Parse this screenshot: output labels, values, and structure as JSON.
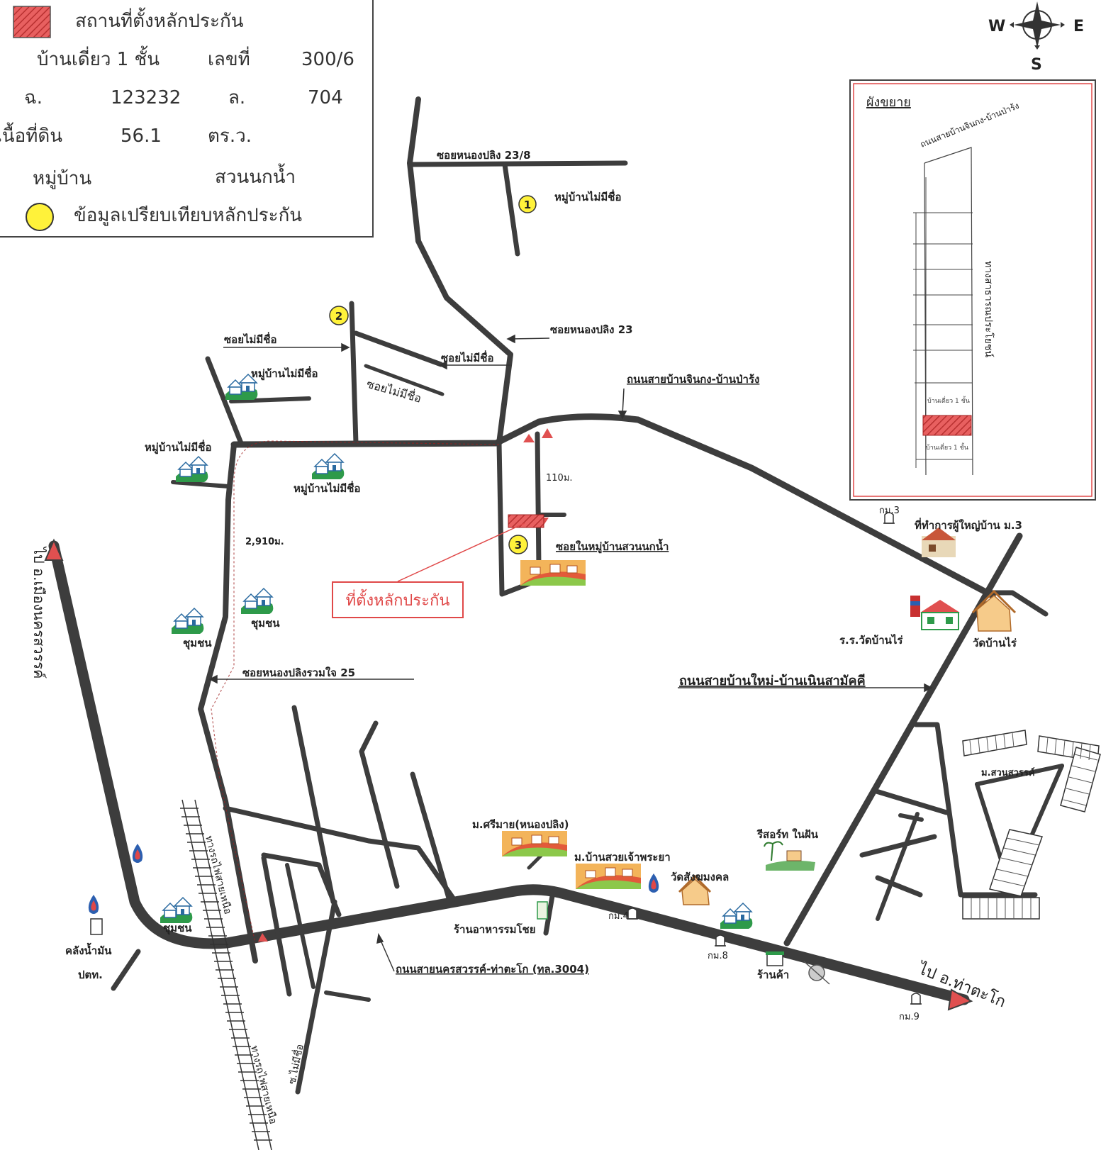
{
  "legend": {
    "collateral_label": "สถานที่ตั้งหลักประกัน",
    "house_type": "บ้านเดี่ยว 1 ชั้น",
    "no_label": "เลขที่",
    "no_value": "300/6",
    "chanote_label": "ฉ.",
    "chanote_value": "123232",
    "lot_label": "ล.",
    "lot_value": "704",
    "area_label": "เนื้อที่ดิน",
    "area_value": "56.1",
    "area_unit": "ตร.ว.",
    "village_label": "หมู่บ้าน",
    "village_value": "สวนนกน้ำ",
    "comparable_label": "ข้อมูลเปรียบเทียบหลักประกัน"
  },
  "compass": {
    "west": "W",
    "east": "E",
    "south": "S"
  },
  "inset": {
    "title": "ผังขยาย",
    "road_label": "ถนนสายบ้านจินกง-บ้านป่าร้ง",
    "public_way": "ทางสาธารณประโยชน์",
    "house_label_1": "บ้านเดี่ยว 1 ชั้น",
    "house_label_2": "บ้านเดี่ยว 1 ชั้น"
  },
  "labels": {
    "soi_23_8": "ซอยหนองปลิง 23/8",
    "village_no_name_1": "หมู่บ้านไม่มีชื่อ",
    "soi_23": "ซอยหนองปลิง 23",
    "soi_no_name_a": "ซอยไม่มีชื่อ",
    "soi_no_name_b": "ซอยไม่มีชื่อ",
    "soi_no_name_c": "ซอยไม่มีชื่อ",
    "village_no_name_2": "หมู่บ้านไม่มีชื่อ",
    "village_no_name_3": "หมู่บ้านไม่มีชื่อ",
    "village_no_name_4": "หมู่บ้านไม่มีชื่อ",
    "main_road_north": "ถนนสายบ้านจินกง-บ้านป่าร้ง",
    "dist_110": "110ม.",
    "dist_2910": "2,910ม.",
    "soi_in_village": "ซอยในหมู่บ้านสวนนกน้ำ",
    "collateral_callout": "ที่ตั้งหลักประกัน",
    "community_1": "ชุมชน",
    "community_2": "ชุมชน",
    "community_3": "ชุมชน",
    "soi_25": "ซอยหนองปลิงรวมใจ 25",
    "km3": "กม.3",
    "headman_office": "ที่ทำการผู้ใหญ่บ้าน ม.3",
    "school": "ร.ร.วัดบ้านไร่",
    "wat_ban_rai": "วัดบ้านไร่",
    "road_ban_mai": "ถนนสายบ้านใหม่-บ้านเนินสามัคคี",
    "to_amphoe_mueang": "ไป อ.เมืองนครสวรรค์",
    "railway_1": "ทางรถไฟสายเหนือ",
    "railway_2": "ทางรถไฟสายเหนือ",
    "m_sriman": "ม.ศรีมาย(หนองปลิง)",
    "m_ban_suay": "ม.บ้านสวยเจ้าพระยา",
    "wat_sangkhom": "วัดสังฆมงคล",
    "resort": "รีสอร์ท ในฝัน",
    "m_suan_sawan": "ม.สวนสวรรค์",
    "restaurant": "ร้านอาหารรมโชย",
    "km4": "กม.4",
    "km8": "กม.8",
    "shop": "ร้านค้า",
    "km9": "กม.9",
    "to_tha_tako": "ไป อ.ท่าตะโก",
    "main_road_south": "ถนนสายนครสวรรค์-ท่าตะโก (ทล.3004)",
    "oil_depot_1": "คลังน้ำมัน",
    "oil_depot_2": "ปตท.",
    "soi_no_name_d": "ซ.ไม่มีชื่อ",
    "marker_1": "1",
    "marker_2": "2",
    "marker_3": "3"
  },
  "colors": {
    "road": "#3d3d3d",
    "collateral": "#e05050",
    "marker": "#fff23a",
    "callout": "#e04848",
    "green": "#2e9a4a"
  }
}
